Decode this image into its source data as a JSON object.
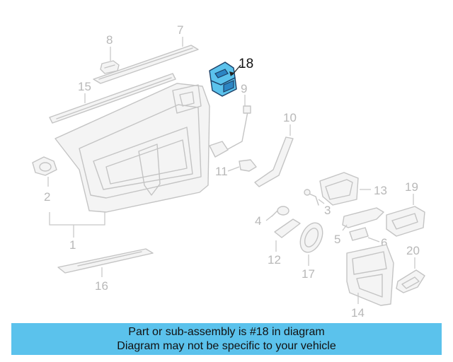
{
  "callouts": {
    "n1": "1",
    "n2": "2",
    "n3": "3",
    "n4": "4",
    "n5": "5",
    "n6": "6",
    "n7": "7",
    "n8": "8",
    "n9": "9",
    "n10": "10",
    "n11": "11",
    "n12": "12",
    "n13": "13",
    "n14": "14",
    "n15": "15",
    "n16": "16",
    "n17": "17",
    "n18": "18",
    "n19": "19",
    "n20": "20"
  },
  "highlighted_part": "18",
  "banner": {
    "line1": "Part or sub-assembly is #18 in diagram",
    "line2": "Diagram may not be specific to your vehicle"
  },
  "colors": {
    "highlight": "#5bc2ec",
    "outline": "#1c3f66",
    "parts": "#c4c4c4"
  }
}
